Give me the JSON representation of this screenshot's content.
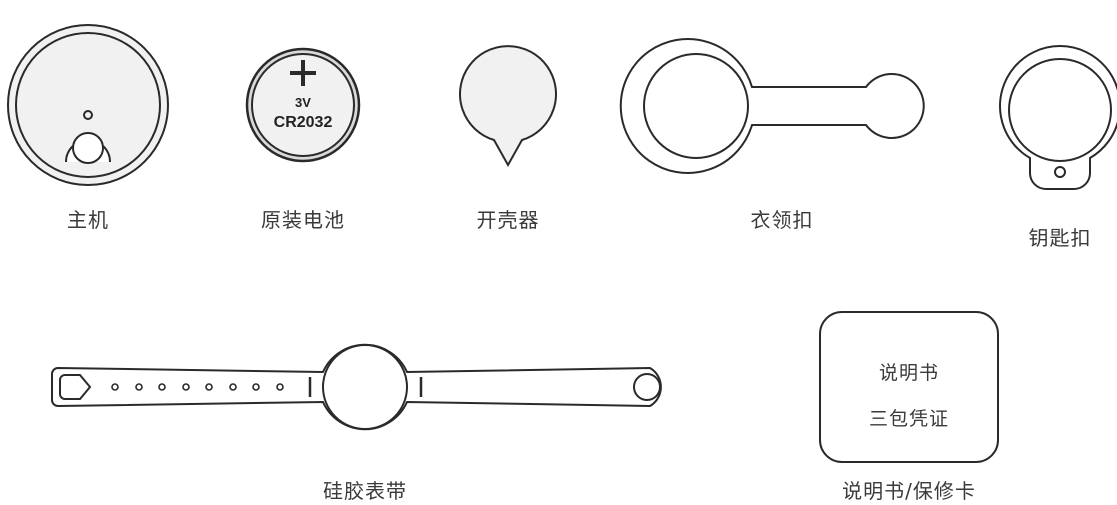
{
  "items": {
    "host": "主机",
    "battery": "原装电池",
    "opener": "开壳器",
    "collar": "衣领扣",
    "keychain": "钥匙扣",
    "strap": "硅胶表带",
    "manual": "说明书/保修卡"
  },
  "battery_text": {
    "voltage": "3V",
    "model": "CR2032"
  },
  "manual_card": {
    "line1": "说明书",
    "line2": "三包凭证"
  },
  "colors": {
    "outline": "#2a2a2a",
    "fill": "#f1f1f1",
    "battery_fill": "#d9d9d9"
  }
}
